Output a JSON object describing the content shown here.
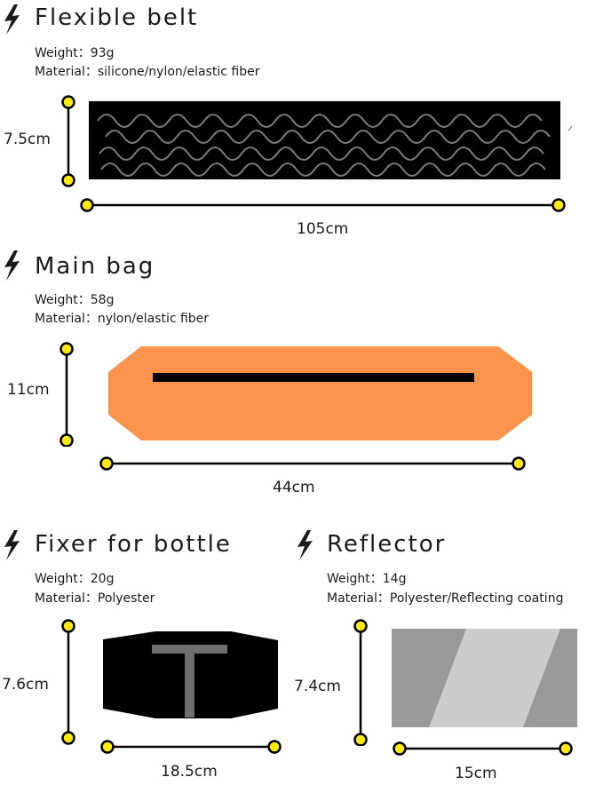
{
  "colors": {
    "dot_fill": "#ffeb00",
    "line": "#000000",
    "belt": "#000000",
    "belt_wave": "#7a7a7a",
    "bag": "#fc934c",
    "bag_stripe": "#000000",
    "fixer": "#000000",
    "fixer_t": "#6e6e6e",
    "reflector_dark": "#999999",
    "reflector_light": "#cccccc"
  },
  "sections": [
    {
      "id": "flexible-belt",
      "title": "Flexible belt",
      "weight_label": "Weight：93g",
      "material_label": "Material：silicone/nylon/elastic fiber",
      "height_dim": "7.5cm",
      "width_dim": "105cm"
    },
    {
      "id": "main-bag",
      "title": "Main bag",
      "weight_label": "Weight：58g",
      "material_label": "Material：nylon/elastic fiber",
      "height_dim": "11cm",
      "width_dim": "44cm"
    },
    {
      "id": "fixer-for-bottle",
      "title": "Fixer for bottle",
      "weight_label": "Weight：20g",
      "material_label": "Material：Polyester",
      "height_dim": "7.6cm",
      "width_dim": "18.5cm"
    },
    {
      "id": "reflector",
      "title": "Reflector",
      "weight_label": "Weight：14g",
      "material_label": "Material：Polyester/Reflecting coating",
      "height_dim": "7.4cm",
      "width_dim": "15cm"
    }
  ],
  "icons": {
    "section_marker": "lightning-bolt-icon"
  }
}
